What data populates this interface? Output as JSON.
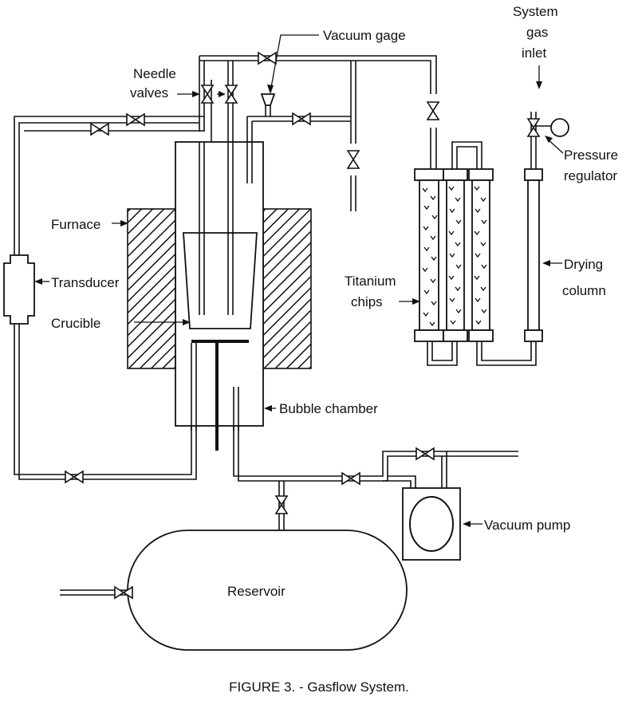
{
  "labels": {
    "vacuum_gage": "Vacuum gage",
    "system_gas_inlet_1": "System",
    "system_gas_inlet_2": "gas",
    "system_gas_inlet_3": "inlet",
    "needle_valves_1": "Needle",
    "needle_valves_2": "valves",
    "pressure_regulator_1": "Pressure",
    "pressure_regulator_2": "regulator",
    "furnace": "Furnace",
    "transducer": "Transducer",
    "crucible": "Crucible",
    "titanium_chips_1": "Titanium",
    "titanium_chips_2": "chips",
    "drying_column_1": "Drying",
    "drying_column_2": "column",
    "bubble_chamber": "Bubble chamber",
    "vacuum_pump": "Vacuum pump",
    "reservoir": "Reservoir"
  },
  "caption": "FIGURE 3. - Gasflow System."
}
